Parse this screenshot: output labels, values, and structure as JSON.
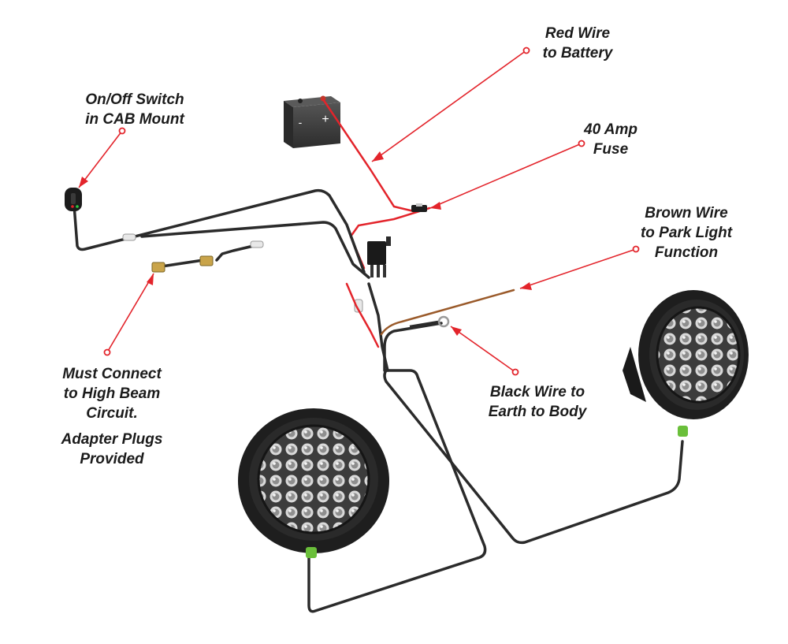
{
  "labels": {
    "red_wire": {
      "line1": "Red Wire",
      "line2": "to Battery"
    },
    "fuse": {
      "line1": "40 Amp",
      "line2": "Fuse"
    },
    "switch": {
      "line1": "On/Off Switch",
      "line2": "in CAB Mount"
    },
    "brown_wire": {
      "line1": "Brown Wire",
      "line2": "to Park Light",
      "line3": "Function"
    },
    "high_beam": {
      "line1": "Must Connect",
      "line2": "to High Beam",
      "line3": "Circuit.",
      "line4": "Adapter Plugs",
      "line5": "Provided"
    },
    "black_wire": {
      "line1": "Black Wire to",
      "line2": "Earth to Body"
    }
  },
  "battery": {
    "minus": "-",
    "plus": "+"
  },
  "colors": {
    "callout": "#e3242b",
    "harness": "#2b2b2b",
    "red_wire": "#e3242b",
    "brown_wire": "#9a5a2a",
    "light_housing": "#1e1e1e",
    "battery": "#3a3a3a"
  }
}
